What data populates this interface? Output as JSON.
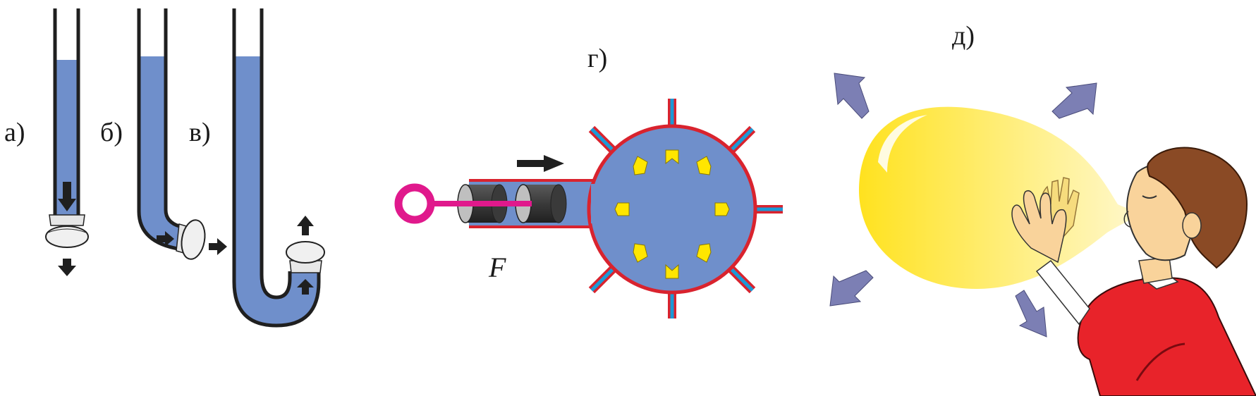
{
  "labels": {
    "a": "а)",
    "b": "б)",
    "v": "в)",
    "g": "г)",
    "d": "д)",
    "force": "F"
  },
  "colors": {
    "water": "#6f8fcb",
    "tube_wall": "#1f1f1f",
    "arrow": "#1f1f1f",
    "sphere_rim": "#d9232e",
    "spout_blue": "#1b9ad6",
    "ring": "#e0198c",
    "yellow_marker": "#ffe600",
    "balloon": "#ffe23a",
    "arrow_purple": "#7c7fb4",
    "shirt": "#e8232a",
    "hair": "#8a4a25",
    "skin": "#f9d39b"
  },
  "icons": [
    "down-arrow-icon",
    "right-arrow-icon",
    "up-arrow-icon"
  ]
}
